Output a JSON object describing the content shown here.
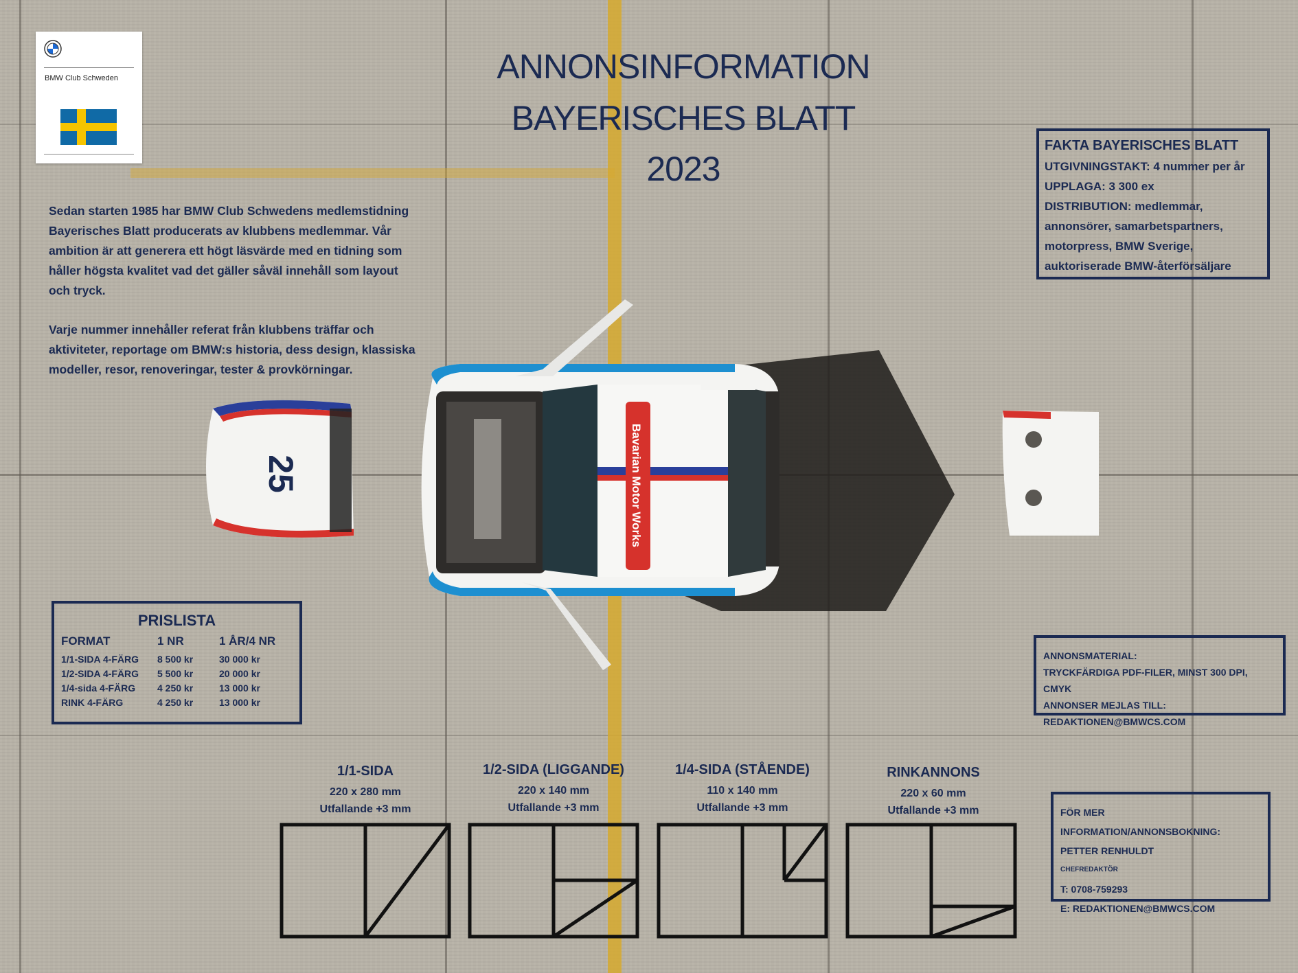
{
  "logo": {
    "club_name": "BMW Club Schweden",
    "flag": "sweden-flag-icon",
    "brand_icon": "bmw-roundel-icon"
  },
  "title": {
    "line1": "ANNONSINFORMATION",
    "line2": "BAYERISCHES BLATT",
    "line3": "2023"
  },
  "intro": {
    "p1": "Sedan starten 1985 har BMW Club Schwedens medlemstidning Bayerisches Blatt producerats av klubbens medlemmar. Vår ambition är att generera ett högt läsvärde med en tidning som håller högsta kvalitet vad det gäller såväl innehåll som layout och tryck.",
    "p2": "Varje nummer innehåller referat från klubbens träffar och aktiviteter, reportage om BMW:s historia, dess design, klassiska modeller, resor, renoveringar, tester & provkörningar."
  },
  "facts": {
    "heading": "FAKTA BAYERISCHES BLATT",
    "line1": "UTGIVNINGSTAKT: 4 nummer per år",
    "line2": "UPPLAGA: 3 300 ex",
    "line3": "DISTRIBUTION: medlemmar, annonsörer, samarbetspartners, motorpress, BMW Sverige, auktoriserade BMW-återförsäljare"
  },
  "pricelist": {
    "heading": "PRISLISTA",
    "columns": [
      "FORMAT",
      "1 NR",
      "1 ÅR/4 NR"
    ],
    "rows": [
      [
        "1/1-SIDA 4-FÄRG",
        "8 500 kr",
        "30 000 kr"
      ],
      [
        "1/2-SIDA 4-FÄRG",
        "5 500 kr",
        "20 000 kr"
      ],
      [
        "1/4-sida 4-FÄRG",
        "4 250 kr",
        "13 000 kr"
      ],
      [
        "RINK 4-FÄRG",
        "4 250 kr",
        "13 000 kr"
      ]
    ]
  },
  "material": {
    "line1": "ANNONSMATERIAL:",
    "line2": "TRYCKFÄRDIGA PDF-FILER, MINST 300 DPI, CMYK",
    "line3": "ANNONSER MEJLAS TILL:",
    "line4": "REDAKTIONEN@BMWCS.COM"
  },
  "contact": {
    "line1": "FÖR MER INFORMATION/ANNONSBOKNING:",
    "line2": "PETTER RENHULDT",
    "line3": "CHEFREDAKTÖR",
    "line4": "T: 0708-759293",
    "line5": "E: REDAKTIONEN@BMWCS.COM"
  },
  "formats": [
    {
      "title": "1/1-SIDA",
      "size": "220 x 280 mm",
      "bleed": "Utfallande +3 mm"
    },
    {
      "title": "1/2-SIDA (LIGGANDE)",
      "size": "220 x 140 mm",
      "bleed": "Utfallande +3 mm"
    },
    {
      "title": "1/4-SIDA (STÅENDE)",
      "size": "110 x 140 mm",
      "bleed": "Utfallande +3 mm"
    },
    {
      "title": "RINKANNONS",
      "size": "220 x 60 mm",
      "bleed": "Utfallande +3 mm"
    }
  ],
  "photo": {
    "hood_number": "25",
    "windshield_banner": "Bavarian Motor Works",
    "colors": {
      "car_white": "#f4f4f2",
      "stripe_blue": "#1d8fd0",
      "stripe_navy": "#2a3f9a",
      "stripe_red": "#d6322c",
      "concrete": "#b7b2a7",
      "road_line": "#d6a92e"
    }
  },
  "colors": {
    "text": "#1b2a52"
  }
}
